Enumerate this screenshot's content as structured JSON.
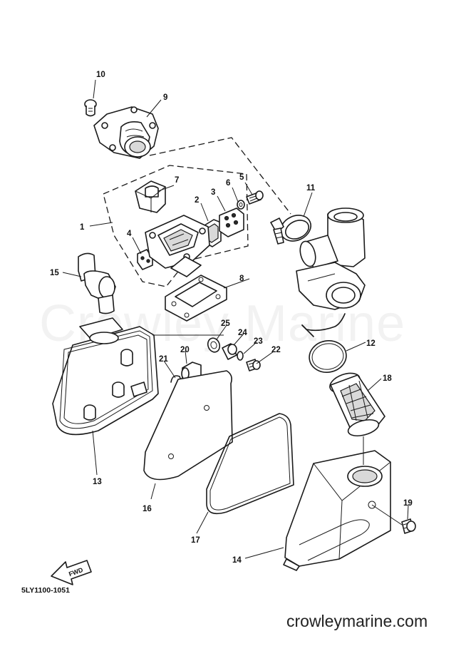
{
  "watermark_text": "Crowley Marine",
  "diagram_part_number": "5LY1100-1051",
  "website_text": "crowleymarine.com",
  "fwd_label": "FWD",
  "callouts": [
    "1",
    "2",
    "3",
    "4",
    "5",
    "6",
    "7",
    "8",
    "9",
    "10",
    "11",
    "12",
    "13",
    "14",
    "15",
    "16",
    "17",
    "18",
    "19",
    "20",
    "21",
    "22",
    "23",
    "24",
    "25"
  ]
}
